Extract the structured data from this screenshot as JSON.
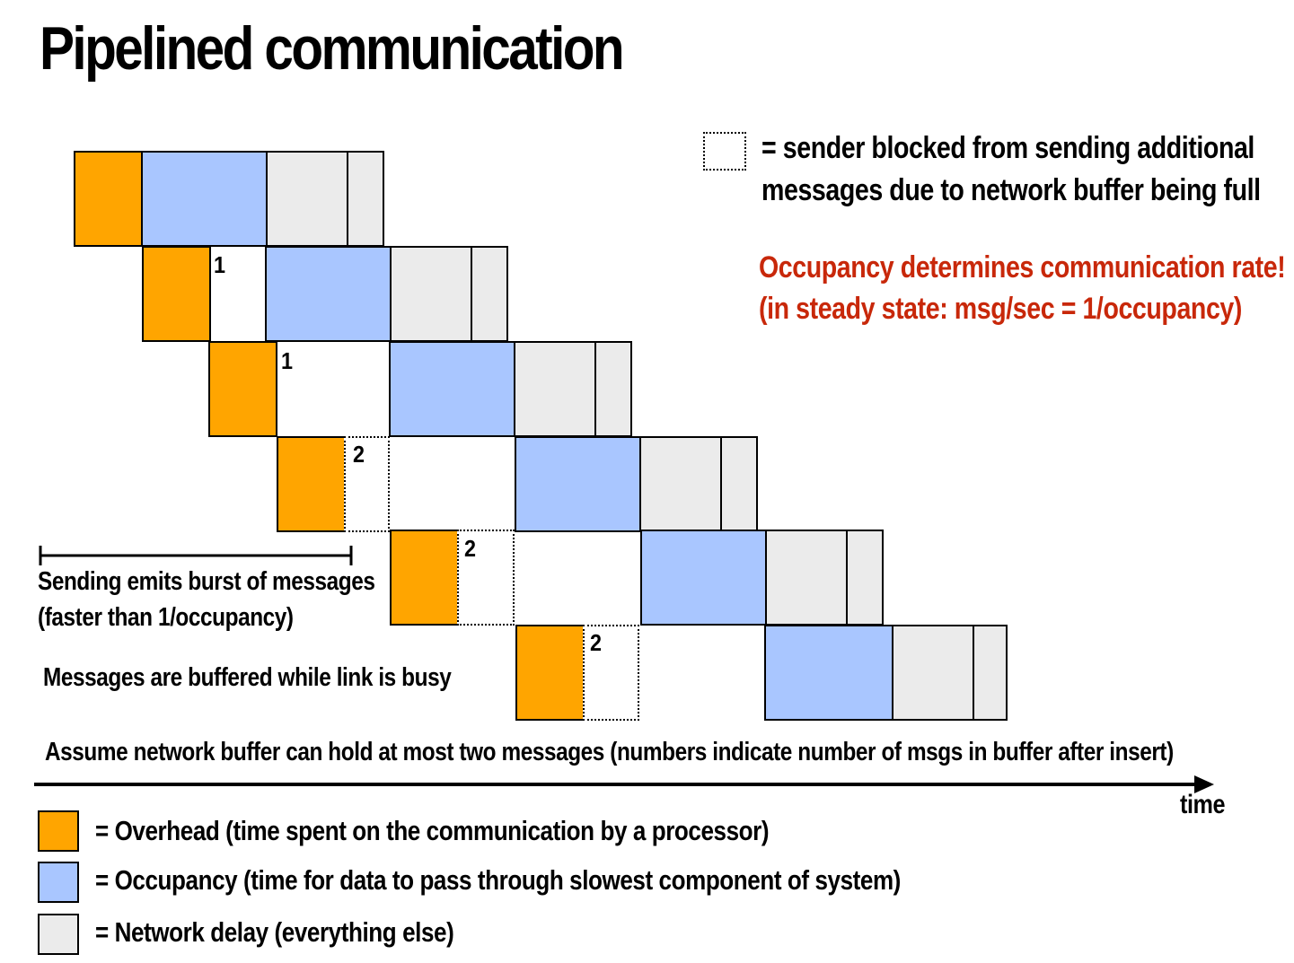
{
  "title": "Pipelined communication",
  "legend_blocked": {
    "line1": "= sender blocked from sending additional",
    "line2": "messages due to network buffer being full"
  },
  "highlight": {
    "line1": "Occupancy determines communication rate!",
    "line2": "(in steady state: msg/sec = 1/occupancy)",
    "color": "#c8280a"
  },
  "burst_note": {
    "line1": "Sending emits burst of messages",
    "line2": "(faster than 1/occupancy)"
  },
  "buffer_note": "Messages are buffered while link is busy",
  "assumption": "Assume network buffer can hold at most two messages (numbers indicate number of msgs in buffer after insert)",
  "axis_label": "time",
  "buffer_counts": [
    "1",
    "1",
    "2",
    "2",
    "2"
  ],
  "legend": [
    {
      "swatch": "overhead",
      "color": "#ffa500",
      "text": "= Overhead  (time spent on the communication by a processor)"
    },
    {
      "swatch": "occupancy",
      "color": "#a9c6ff",
      "text": "= Occupancy (time for data to pass through slowest component of system)"
    },
    {
      "swatch": "network-delay",
      "color": "#ebebeb",
      "text": "= Network delay (everything else)"
    }
  ]
}
